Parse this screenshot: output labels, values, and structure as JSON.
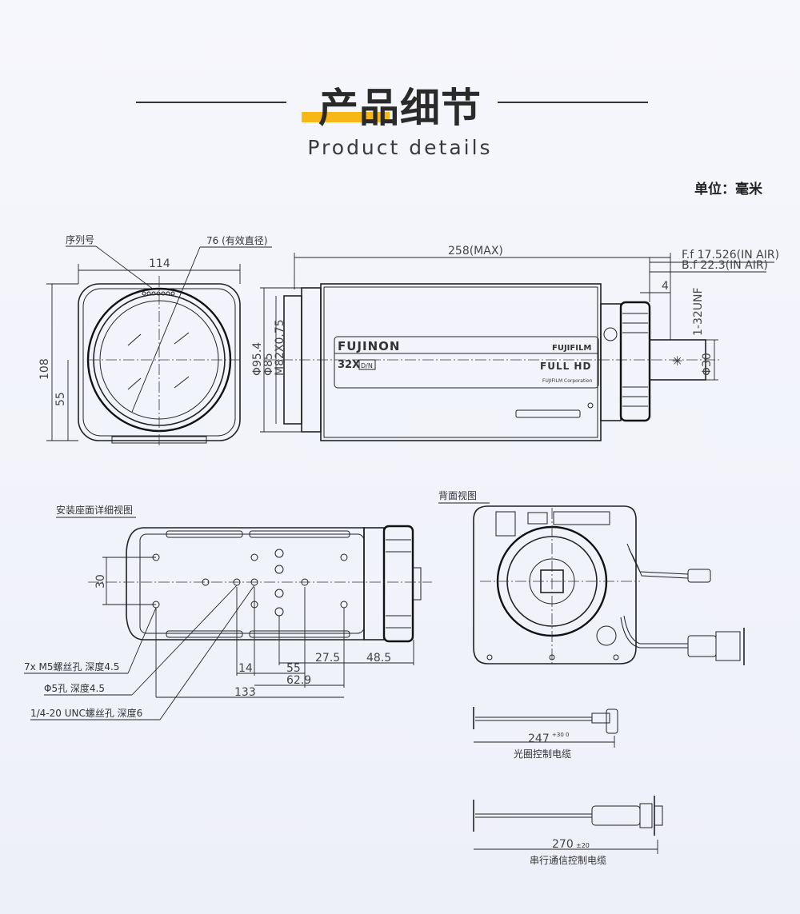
{
  "header": {
    "title_cn": "产品细节",
    "title_en": "Product details",
    "unit": "单位：毫米",
    "accent_color": "#f7b717"
  },
  "front_view": {
    "serial_label": "序列号",
    "effective_diameter": "76 (有效直径)",
    "width": "114",
    "height": "108",
    "inner_height": "55"
  },
  "side_view": {
    "length": "258(MAX)",
    "flange_focal": "F.f 17.526(IN  AIR)",
    "back_focal": "B.f 22.3(IN  AIR)",
    "dim_4": "4",
    "thread": "1-32UNF",
    "dia_30": "Φ30",
    "dia_95": "Φ95.4",
    "dia_85": "Φ85",
    "mount": "M82X0.75",
    "brand": "FUJINON",
    "brand2": "FUJIFILM",
    "zoom": "32X",
    "dn": "D/N",
    "fullhd": "FULL HD",
    "corp": "FUJIFILM Corporation"
  },
  "mount_view": {
    "title": "安装座面详细视图",
    "dim_30": "30",
    "dim_14": "14",
    "dim_55": "55",
    "dim_629": "62.9",
    "dim_275": "27.5",
    "dim_485": "48.5",
    "dim_133": "133",
    "note_m5": "7x M5螺丝孔   深度4.5",
    "note_hole": "Φ5孔   深度4.5",
    "note_unc": "1/4-20 UNC螺丝孔   深度6"
  },
  "back_view": {
    "title": "背面视图"
  },
  "cables": {
    "iris_length": "247",
    "iris_tol": "+30 0",
    "iris_name": "光圈控制电缆",
    "serial_length": "270",
    "serial_tol": "±20",
    "serial_name": "串行通信控制电缆"
  }
}
